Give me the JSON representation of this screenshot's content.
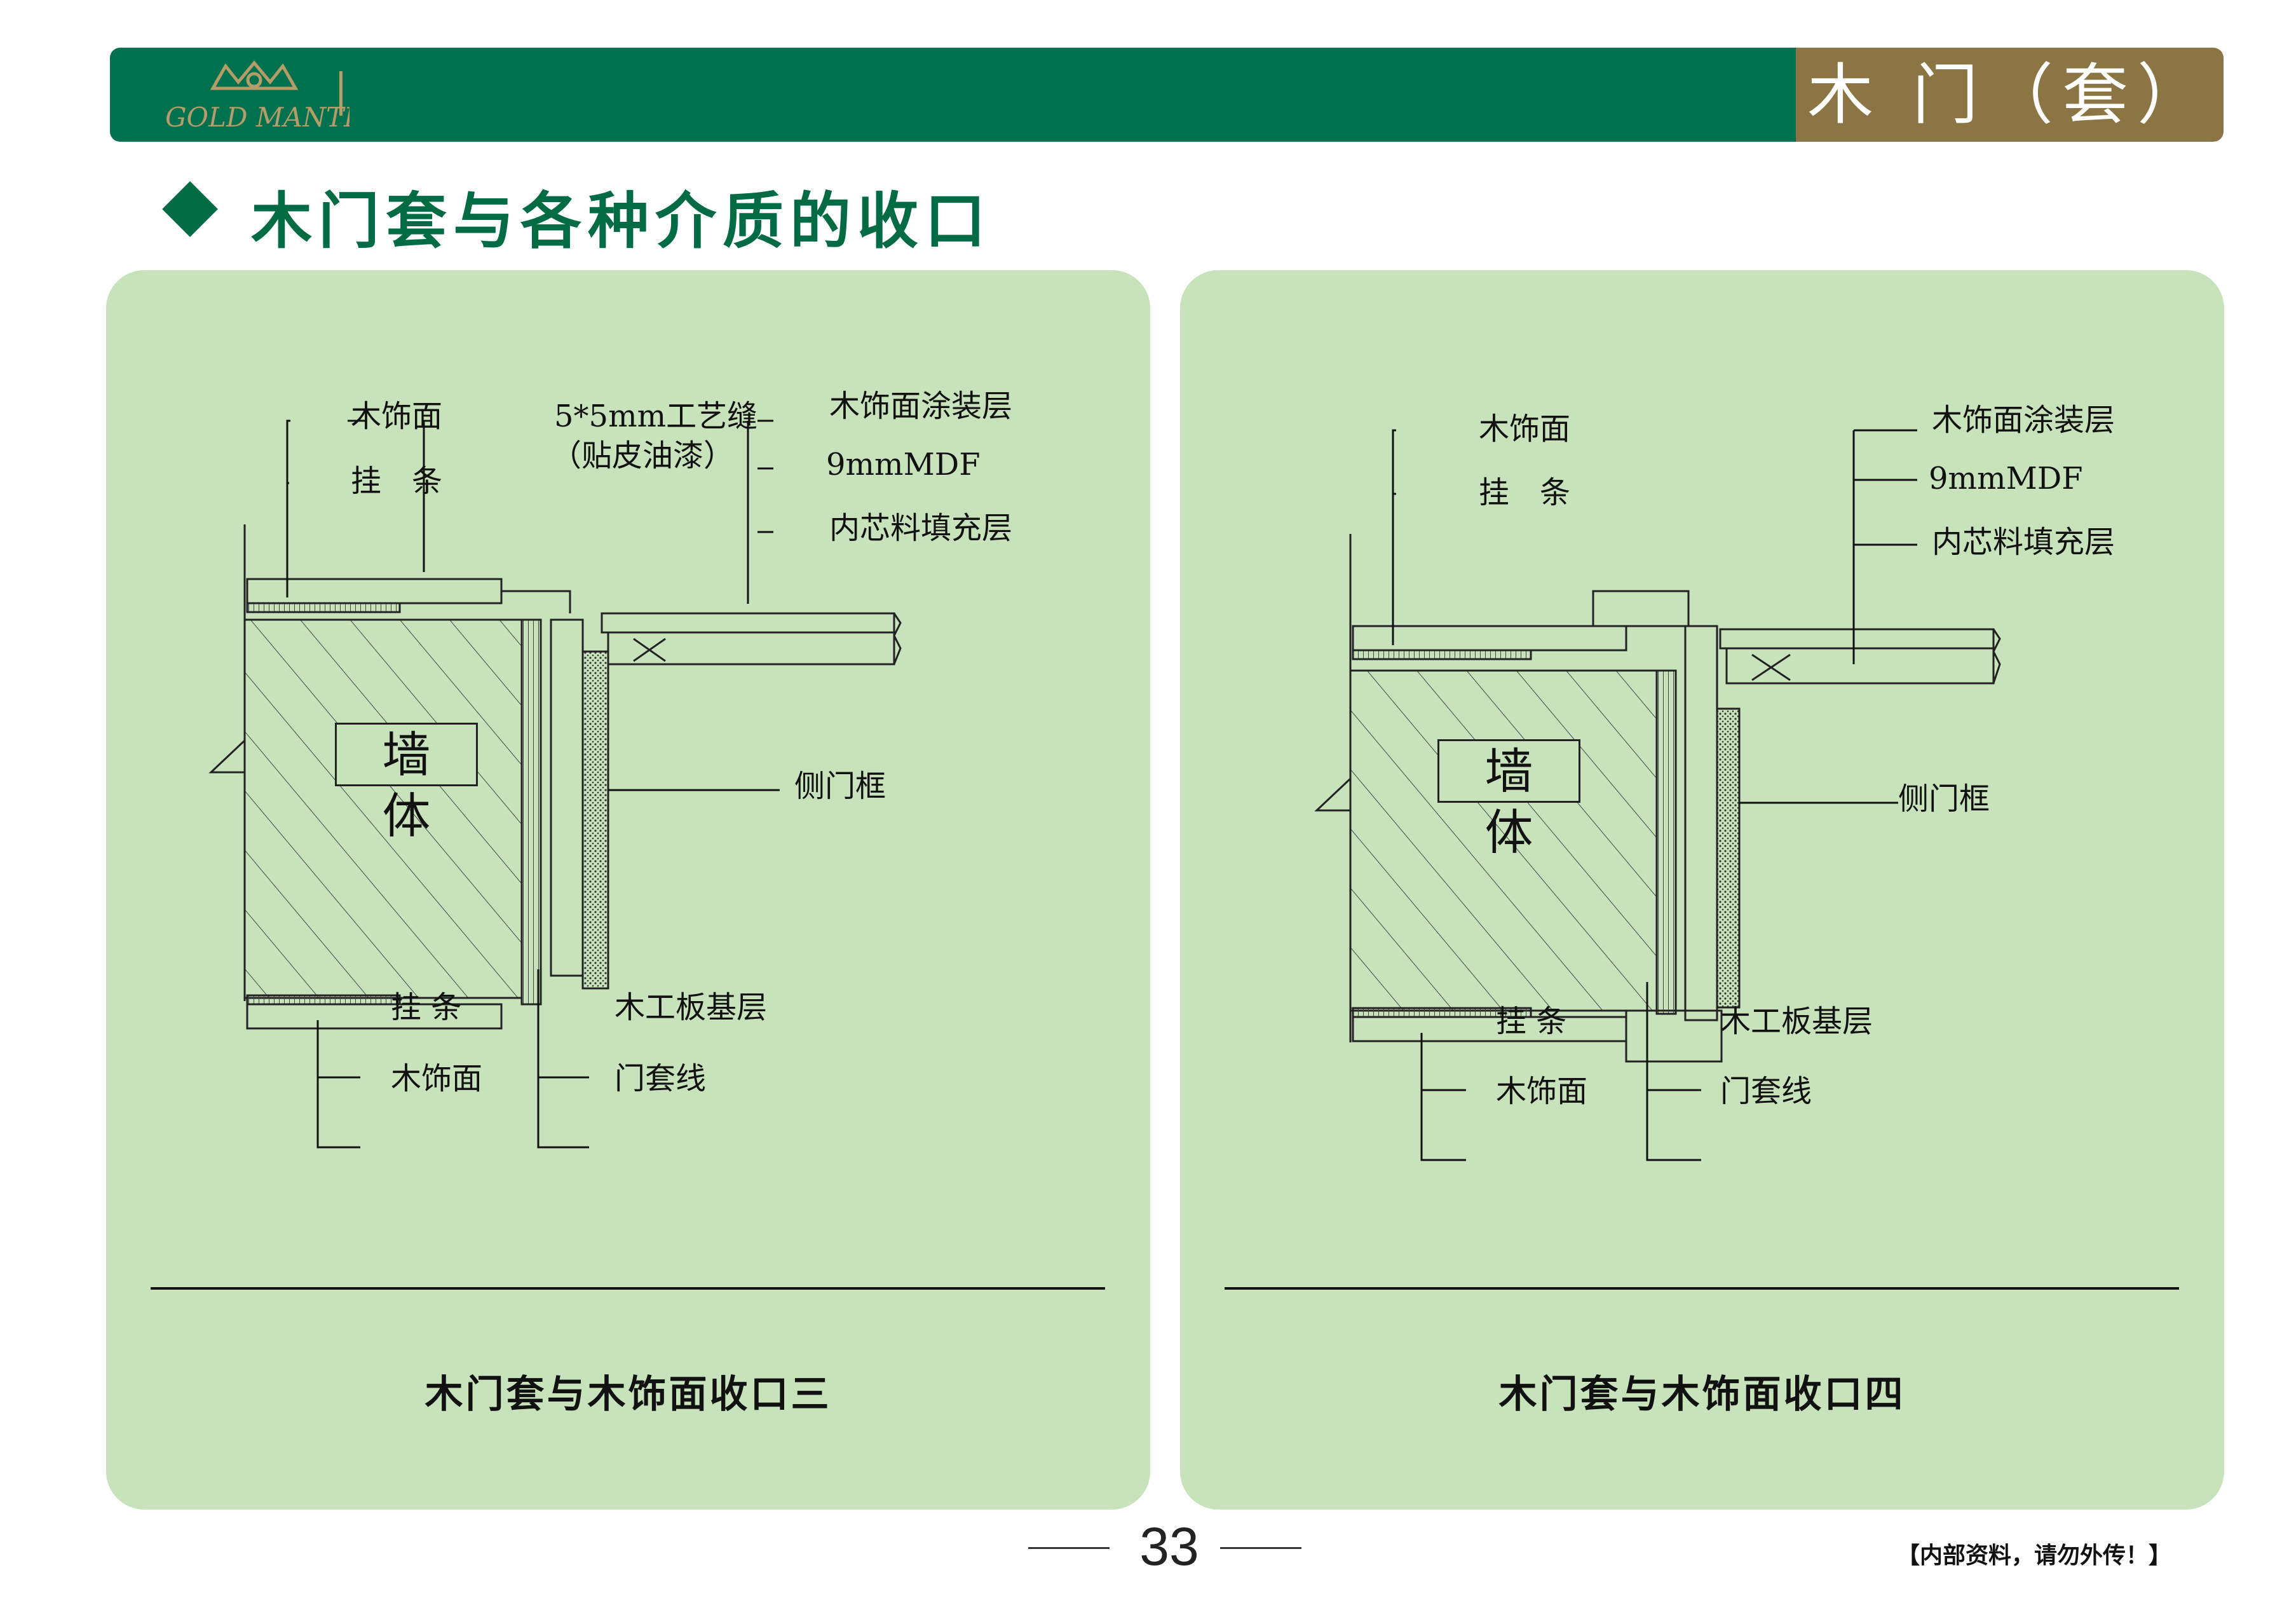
{
  "header": {
    "brand_logo_text": "GOLD MANTIS",
    "section_tag": "木 门（套）"
  },
  "page_title": "木门套与各种介质的收口",
  "panels": [
    {
      "caption": "木门套与木饰面收口三",
      "wall_label": "墙 体",
      "labels": {
        "wood_veneer_top": "木饰面",
        "hanging_strip_top": "挂　条",
        "groove_line1": "5*5mm工艺缝",
        "groove_line2": "（贴皮油漆）",
        "coating_layer": "木饰面涂装层",
        "mdf": "9mmMDF",
        "core_fill": "内芯料填充层",
        "side_frame": "侧门框",
        "hanging_strip_bottom": "挂 条",
        "wood_veneer_bottom": "木饰面",
        "blockboard_base": "木工板基层",
        "door_casing": "门套线"
      }
    },
    {
      "caption": "木门套与木饰面收口四",
      "wall_label": "墙 体",
      "labels": {
        "wood_veneer_top": "木饰面",
        "hanging_strip_top": "挂　条",
        "coating_layer": "木饰面涂装层",
        "mdf": "9mmMDF",
        "core_fill": "内芯料填充层",
        "side_frame": "侧门框",
        "hanging_strip_bottom": "挂 条",
        "wood_veneer_bottom": "木饰面",
        "blockboard_base": "木工板基层",
        "door_casing": "门套线"
      }
    }
  ],
  "footer": {
    "page_number": "33",
    "confidential_note": "【内部资料，请勿外传！】"
  },
  "colors": {
    "header_green": "#00714f",
    "tag_gold": "#8b7544",
    "panel_green": "#c8e3bc",
    "title_green": "#006b45"
  }
}
